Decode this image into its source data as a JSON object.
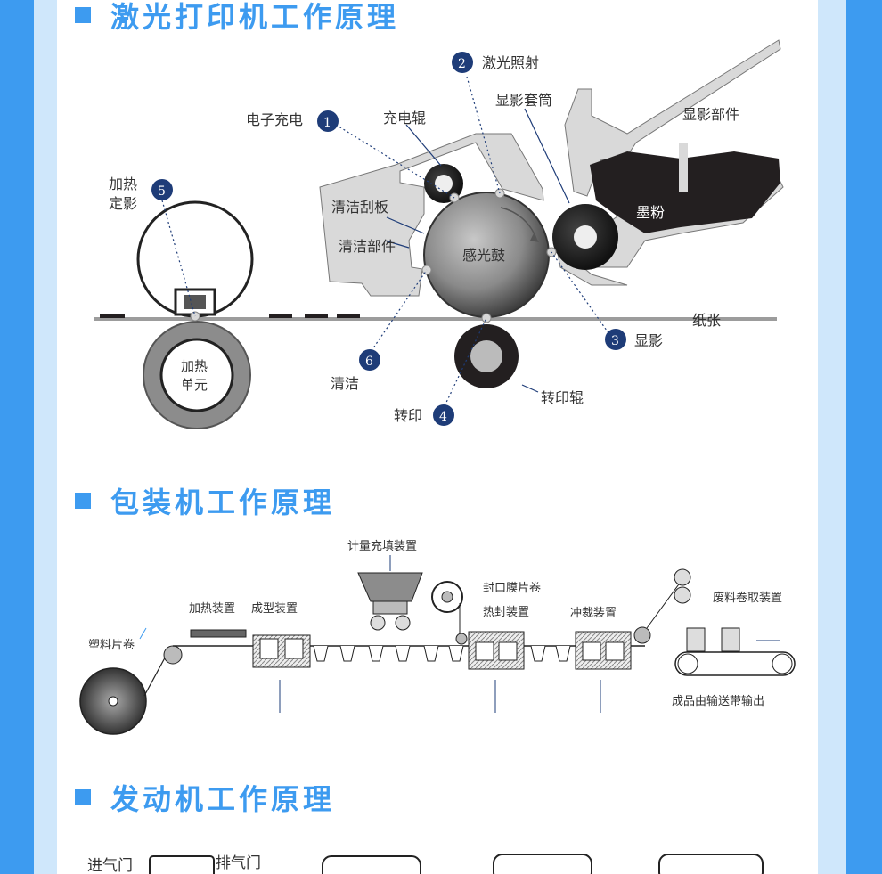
{
  "sections": {
    "laser": {
      "title": "激光打印机工作原理"
    },
    "packaging": {
      "title": "包装机工作原理"
    },
    "engine": {
      "title": "发动机工作原理"
    }
  },
  "laser": {
    "badges": [
      "1",
      "2",
      "3",
      "4",
      "5",
      "6"
    ],
    "labels": {
      "charge_e": "电子充电",
      "laser_expose": "激光照射",
      "dev_sleeve": "显影套筒",
      "dev_unit": "显影部件",
      "charge_roller": "充电辊",
      "heat_fix": "加热",
      "heat_fix2": "定影",
      "blade": "清洁刮板",
      "clean_unit": "清洁部件",
      "drum": "感光鼓",
      "toner": "墨粉",
      "paper": "纸张",
      "develop": "显影",
      "heat_unit1": "加热",
      "heat_unit2": "单元",
      "clean": "清洁",
      "transfer_roller": "转印辊",
      "transfer": "转印"
    }
  },
  "packaging": {
    "labels": {
      "meter": "计量充填装置",
      "seal_film": "封口膜片卷",
      "heater": "加热装置",
      "forming": "成型装置",
      "heat_seal": "热封装置",
      "punch": "冲裁装置",
      "waste": "废料卷取装置",
      "plastic_roll": "塑料片卷",
      "output": "成品由输送带输出"
    }
  },
  "engine": {
    "labels": {
      "intake": "进气门",
      "exhaust": "排气门"
    }
  },
  "colors": {
    "accent": "#3d9bf0",
    "dark": "#231f20",
    "mid": "#8c8c8c",
    "badge": "#1e3c78"
  }
}
